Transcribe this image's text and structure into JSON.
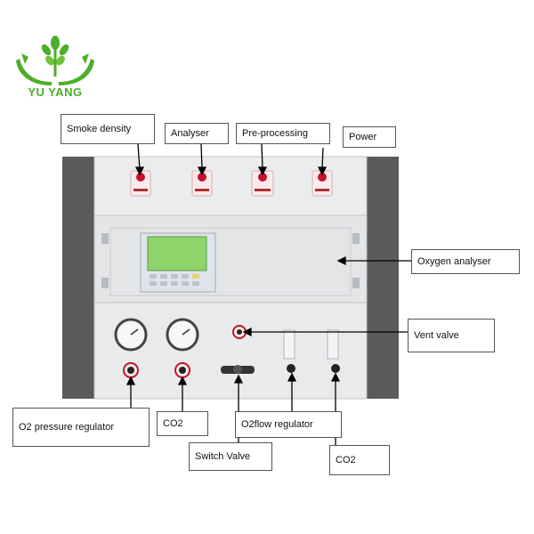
{
  "brand": {
    "name": "YU YANG"
  },
  "colors": {
    "brand_green": "#4cae2a",
    "panel": "#e6e8ea",
    "side_post": "#5a5a5c",
    "button_red": "#c8102e",
    "lcd": "#8fd46a"
  },
  "labels": {
    "smoke_density": "Smoke density",
    "analyser": "Analyser",
    "pre_processing": "Pre-processing",
    "power": "Power",
    "oxygen_analyser": "Oxygen analyser",
    "vent_valve": "Vent valve",
    "o2_pressure_regulator": "O2 pressure regulator",
    "co2_left": "CO2",
    "o2flow_regulator": "O2flow regulator",
    "switch_valve": "Switch Valve",
    "co2_right": "CO2"
  }
}
